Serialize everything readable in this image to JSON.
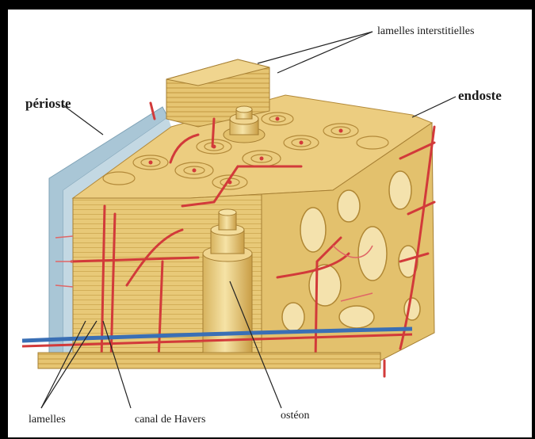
{
  "labels": {
    "lamelles_interstitielles": "lamelles interstitielles",
    "periosteum": "périoste",
    "endoste": "endoste",
    "lamelles": "lamelles",
    "canal_havers": "canal de Havers",
    "osteon": "ostéon"
  },
  "colors": {
    "background": "#ffffff",
    "bone": "#e8c978",
    "bone_dark": "#c9a24a",
    "periosteum": "#a9c6d6",
    "vessel_red": "#d23a3a",
    "vessel_blue": "#3a6fb5",
    "frame": "#000000"
  }
}
